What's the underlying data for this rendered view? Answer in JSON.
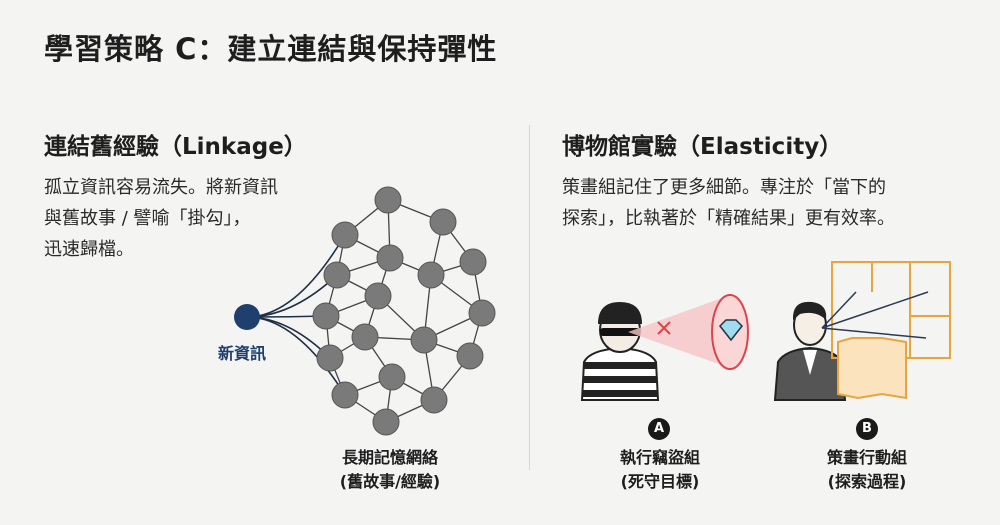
{
  "title": "學習策略 C：建立連結與保持彈性",
  "left": {
    "heading": "連結舊經驗（Linkage）",
    "body": [
      "孤立資訊容易流失。將新資訊",
      "與舊故事 / 譬喻「掛勾」，",
      "迅速歸檔。"
    ],
    "new_info_label": "新資訊",
    "network_label": [
      "長期記憶網絡",
      "(舊故事/經驗)"
    ]
  },
  "right": {
    "heading": "博物館實驗（Elasticity）",
    "body": [
      "策畫組記住了更多細節。專注於「當下的",
      "探索」，比執著於「精確結果」更有效率。"
    ],
    "group_a": {
      "badge": "A",
      "name": "執行竊盜組",
      "sub": "(死守目標)"
    },
    "group_b": {
      "badge": "B",
      "name": "策畫行動組",
      "sub": "(探索過程)"
    }
  },
  "colors": {
    "new_node": "#1f3f6e",
    "node": "#7a7a7a",
    "focus": "#e0424a",
    "map": "#e9a53d"
  }
}
